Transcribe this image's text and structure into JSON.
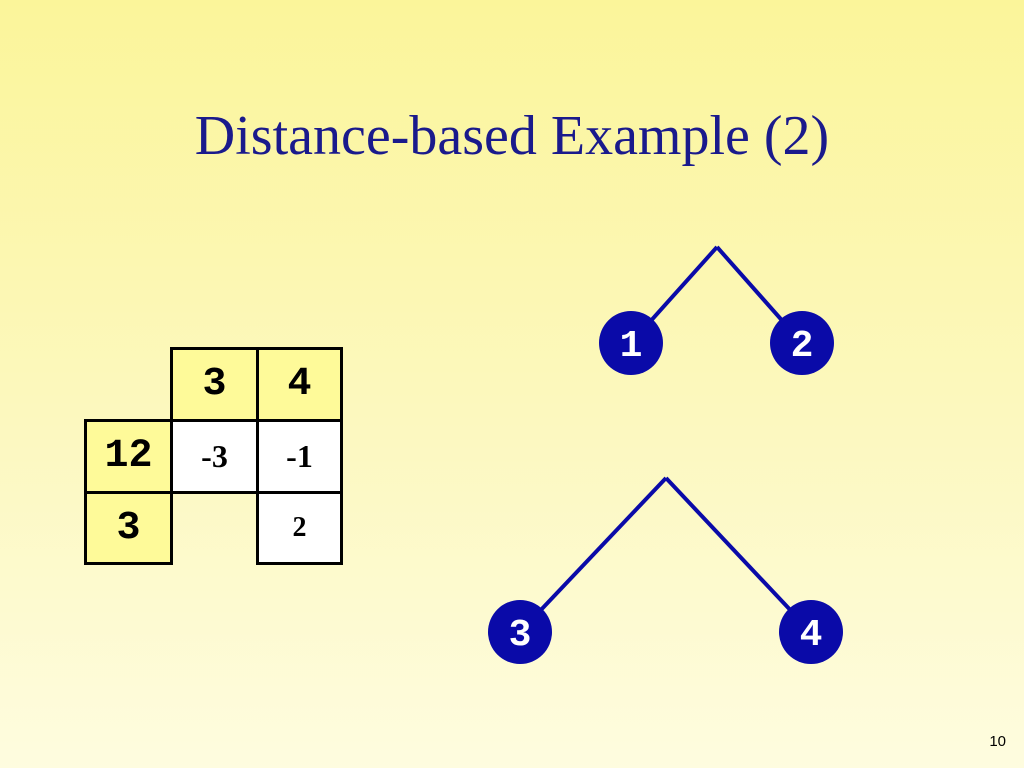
{
  "slide": {
    "title": "Distance-based Example (2)",
    "page_number": "10"
  },
  "matrix": {
    "col_headers": [
      "3",
      "4"
    ],
    "rows": [
      {
        "header": "12",
        "cells": [
          "-3",
          "-1"
        ]
      },
      {
        "header": "3",
        "cells": [
          "",
          "2"
        ]
      }
    ]
  },
  "trees": [
    {
      "left": "1",
      "right": "2"
    },
    {
      "left": "3",
      "right": "4"
    }
  ],
  "colors": {
    "node_fill": "#0a0aa8",
    "edge": "#0a0aa8",
    "title": "#1a1a8c",
    "header_fill": "#fefa99"
  }
}
